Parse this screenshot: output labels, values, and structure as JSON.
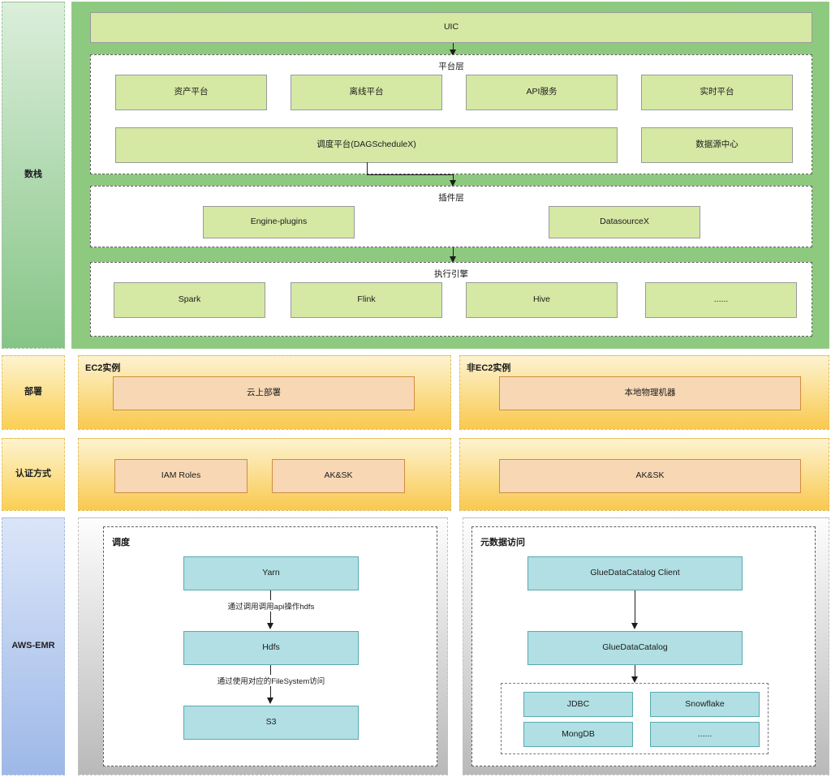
{
  "lanes": [
    {
      "id": "datastack",
      "label": "数栈"
    },
    {
      "id": "deploy",
      "label": "部署"
    },
    {
      "id": "auth",
      "label": "认证方式"
    },
    {
      "id": "awsemr",
      "label": "AWS-EMR"
    }
  ],
  "datastack": {
    "uic": "UIC",
    "platform_layer": {
      "caption": "平台层",
      "row1": [
        "资产平台",
        "离线平台",
        "API服务",
        "实时平台"
      ],
      "row2_main": "调度平台(DAGScheduleX)",
      "row2_side": "数据源中心"
    },
    "plugin_layer": {
      "caption": "插件层",
      "items": [
        "Engine-plugins",
        "DatasourceX"
      ]
    },
    "engine_layer": {
      "caption": "执行引擎",
      "items": [
        "Spark",
        "Flink",
        "Hive",
        "......"
      ]
    }
  },
  "deploy": {
    "left": {
      "caption": "EC2实例",
      "box": "云上部署"
    },
    "right": {
      "caption": "非EC2实例",
      "box": "本地物理机器"
    }
  },
  "auth": {
    "left": {
      "boxes": [
        "IAM Roles",
        "AK&SK"
      ]
    },
    "right": {
      "boxes": [
        "AK&SK"
      ]
    }
  },
  "awsemr": {
    "scheduling": {
      "caption": "调度",
      "nodes": [
        "Yarn",
        "Hdfs",
        "S3"
      ],
      "edges": [
        "通过调用调用api操作hdfs",
        "通过使用对应的FileSystem访问"
      ]
    },
    "metadata": {
      "caption": "元数据访问",
      "nodes": [
        "GlueDataCatalog Client",
        "GlueDataCatalog"
      ],
      "sources": [
        "JDBC",
        "Snowflake",
        "MongDB",
        "......"
      ]
    }
  },
  "colors": {
    "green_panel": "#8dc97e",
    "green_node": "#d5e8a4",
    "orange_node": "#f7d7b4",
    "cyan_node": "#b1dfe3",
    "yellow_panel": "#f9c94f",
    "gray_panel": "#b9b9b9"
  }
}
